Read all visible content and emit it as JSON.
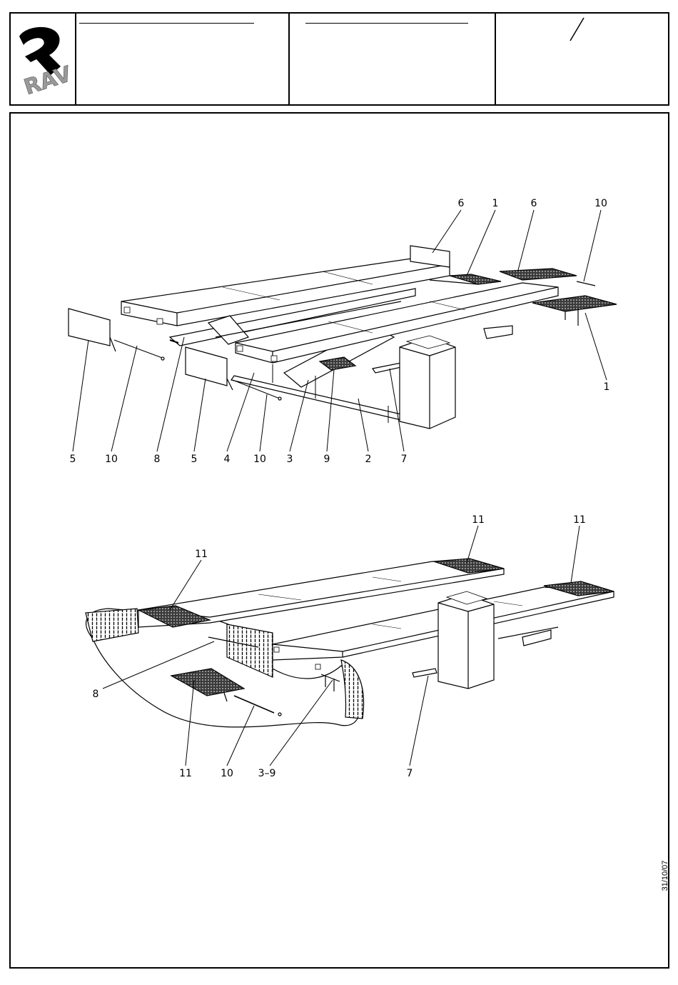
{
  "header": {
    "logo_text": "RAV",
    "field_a": "",
    "field_b": "",
    "field_c": "",
    "revision_mark": "/"
  },
  "figure_top": {
    "callouts": [
      "6",
      "1",
      "6",
      "10",
      "1",
      "5",
      "10",
      "8",
      "5",
      "4",
      "10",
      "3",
      "9",
      "2",
      "7"
    ]
  },
  "figure_bottom": {
    "callouts": [
      "11",
      "11",
      "11",
      "8",
      "11",
      "10",
      "3–9",
      "7"
    ]
  },
  "footer": {
    "date_code": "31/10/07"
  },
  "colors": {
    "ink": "#000000",
    "paper": "#ffffff",
    "plate_fill": "#3a3a3a",
    "logo_grey": "#9a9a9a"
  }
}
